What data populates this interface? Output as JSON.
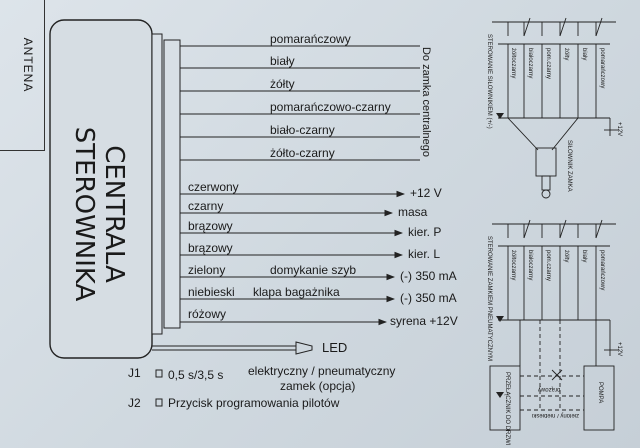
{
  "antenna_label": "ANTENA",
  "unit": {
    "line1": "CENTRALA",
    "line2": "STEROWNIKA"
  },
  "lock_wires": [
    "pomarańczowy",
    "biały",
    "żółty",
    "pomarańczowo-czarny",
    "biało-czarny",
    "żółto-czarny"
  ],
  "lock_dest": "Do zamka centralnego",
  "outputs": [
    {
      "wire": "czerwony",
      "target": "+12 V"
    },
    {
      "wire": "czarny",
      "target": "masa"
    },
    {
      "wire": "brązowy",
      "target": "kier. P"
    },
    {
      "wire": "brązowy",
      "target": "kier. L"
    },
    {
      "wire": "zielony",
      "note": "domykanie szyb",
      "target": "(-) 350 mA"
    },
    {
      "wire": "niebieski",
      "note": "klapa bagażnika",
      "target": "(-) 350 mA"
    },
    {
      "wire": "różowy",
      "target": "syrena +12V"
    }
  ],
  "led_label": "LED",
  "jumpers": [
    {
      "id": "J1",
      "text": "0,5 s/3,5 s",
      "desc_line1": "elektryczny / pneumatyczny",
      "desc_line2": "zamek (opcja)"
    },
    {
      "id": "J2",
      "text": "Przycisk programowania pilotów"
    }
  ],
  "diagram_top": {
    "title": "STEROWANIE SIŁOWNIKIEM (+/-)",
    "wires": [
      "żółtoczarny",
      "białoczarny",
      "pom.czarny",
      "żółty",
      "biały",
      "pomarańczowy"
    ],
    "actuator": "SIŁOWNIK ZAMKA",
    "supply": "+12V"
  },
  "diagram_bottom": {
    "title": "STEROWANIE ZAMKIEM PNEUMATYCZNYM",
    "wires": [
      "żółtoczarny",
      "białoczarny",
      "pom.czarny",
      "żółty",
      "biały",
      "pomarańczowy"
    ],
    "supply": "+12V",
    "switch_label": "PRZEŁĄCZNIK DO DRZWI",
    "pump_label": "POMPA",
    "wire_brown": "brązowy",
    "wire_green": "zielony / niebieski"
  }
}
